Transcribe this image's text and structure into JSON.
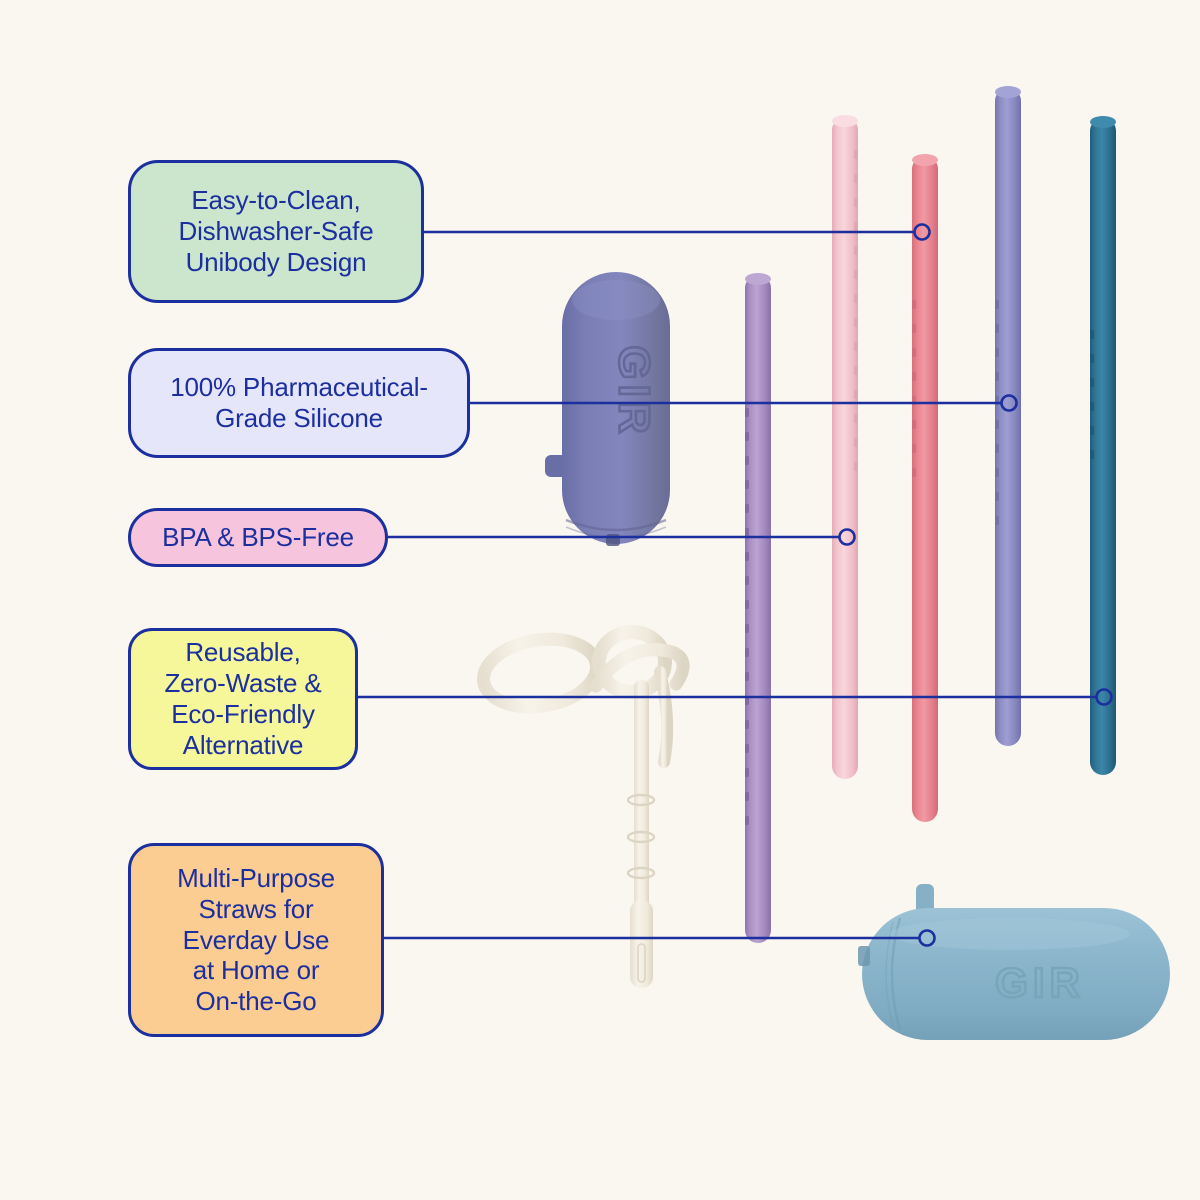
{
  "page": {
    "background_color": "#faf6f0",
    "accent_color": "#1c2f9e",
    "brand": "GIR",
    "type": "product-feature-infographic"
  },
  "callouts": [
    {
      "id": "easy-to-clean",
      "text": "Easy-to-Clean,\nDishwasher-Safe\nUnibody Design",
      "color": "#cbe6cd",
      "border_color": "#1c2f9e",
      "target": "coral-straw"
    },
    {
      "id": "pharmaceutical-grade",
      "text": "100% Pharmaceutical-\nGrade Silicone",
      "color": "#e6e6fb",
      "border_color": "#1c2f9e",
      "target": "periwinkle-straw"
    },
    {
      "id": "bpa-bps-free",
      "text": "BPA & BPS-Free",
      "color": "#f6c4dd",
      "border_color": "#1c2f9e",
      "target": "light-pink-straw"
    },
    {
      "id": "reusable-eco",
      "text": "Reusable,\nZero-Waste &\nEco-Friendly\nAlternative",
      "color": "#f5f79a",
      "border_color": "#1c2f9e",
      "target": "teal-straw"
    },
    {
      "id": "multi-purpose",
      "text": "Multi-Purpose\nStraws for\nEverday Use\nat Home or\nOn-the-Go",
      "color": "#fbcd93",
      "border_color": "#1c2f9e",
      "target": "blue-case"
    }
  ],
  "products": {
    "cases": [
      {
        "id": "purple-case",
        "logo": "GIR",
        "color": "#7a7eb5",
        "orientation": "vertical"
      },
      {
        "id": "blue-case",
        "logo": "GIR",
        "color": "#8cb6cc",
        "orientation": "horizontal"
      }
    ],
    "straws": [
      {
        "id": "lavender-straw",
        "color": "#a98fc4"
      },
      {
        "id": "light-pink-straw",
        "color": "#f2c4cc"
      },
      {
        "id": "coral-straw",
        "color": "#e8828e"
      },
      {
        "id": "periwinkle-straw",
        "color": "#8c8cc4"
      },
      {
        "id": "teal-straw",
        "color": "#2f7394"
      }
    ],
    "cleaning_tool": {
      "id": "cleaning-squeegee",
      "color": "#f4efe4"
    }
  }
}
